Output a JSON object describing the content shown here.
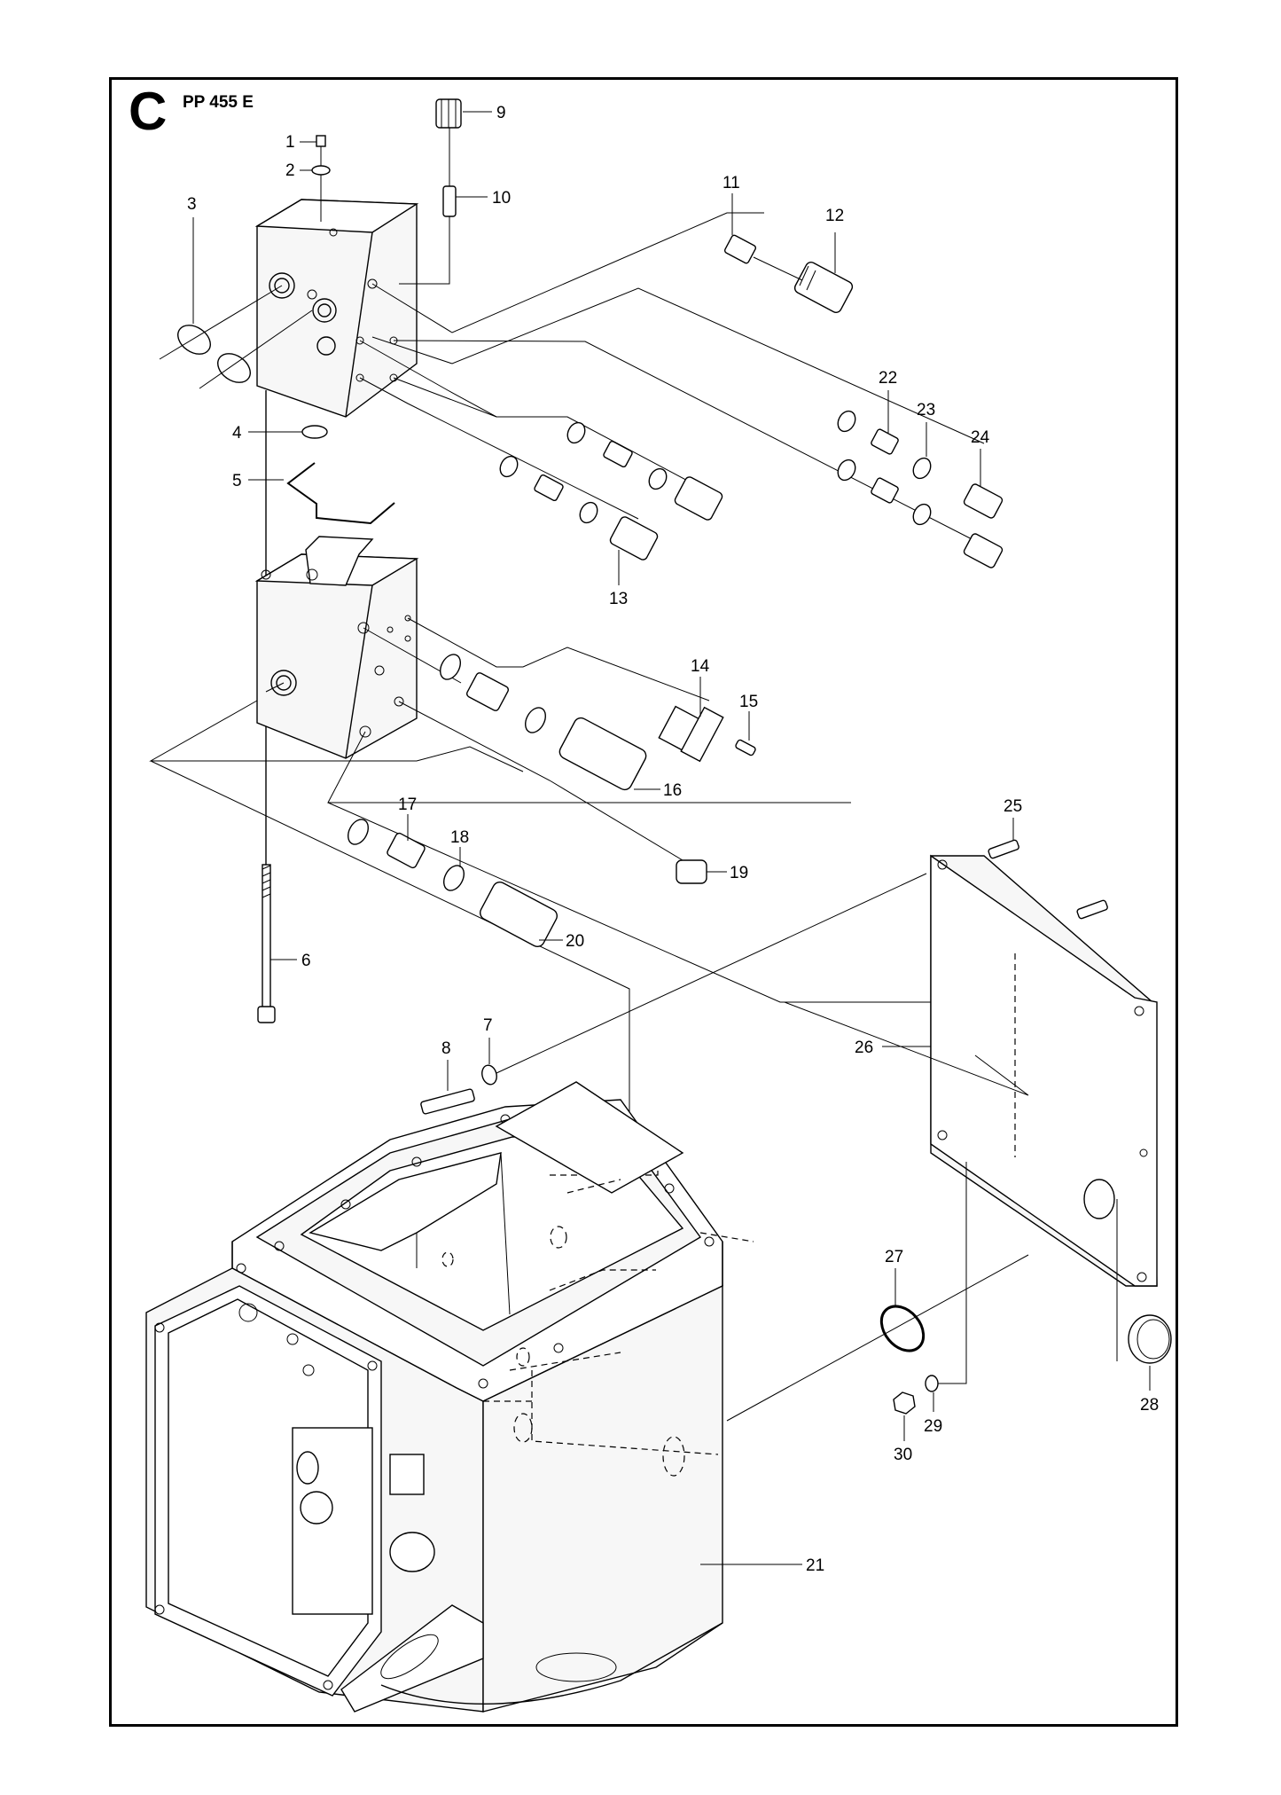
{
  "header": {
    "section_letter": "C",
    "model": "PP 455 E"
  },
  "parts": [
    {
      "number": "1"
    },
    {
      "number": "2"
    },
    {
      "number": "3"
    },
    {
      "number": "4"
    },
    {
      "number": "5"
    },
    {
      "number": "6"
    },
    {
      "number": "7"
    },
    {
      "number": "8"
    },
    {
      "number": "9"
    },
    {
      "number": "10"
    },
    {
      "number": "11"
    },
    {
      "number": "12"
    },
    {
      "number": "13"
    },
    {
      "number": "14"
    },
    {
      "number": "15"
    },
    {
      "number": "16"
    },
    {
      "number": "17"
    },
    {
      "number": "18"
    },
    {
      "number": "19"
    },
    {
      "number": "20"
    },
    {
      "number": "21"
    },
    {
      "number": "22"
    },
    {
      "number": "23"
    },
    {
      "number": "24"
    },
    {
      "number": "25"
    },
    {
      "number": "26"
    },
    {
      "number": "27"
    },
    {
      "number": "28"
    },
    {
      "number": "29"
    },
    {
      "number": "30"
    }
  ]
}
